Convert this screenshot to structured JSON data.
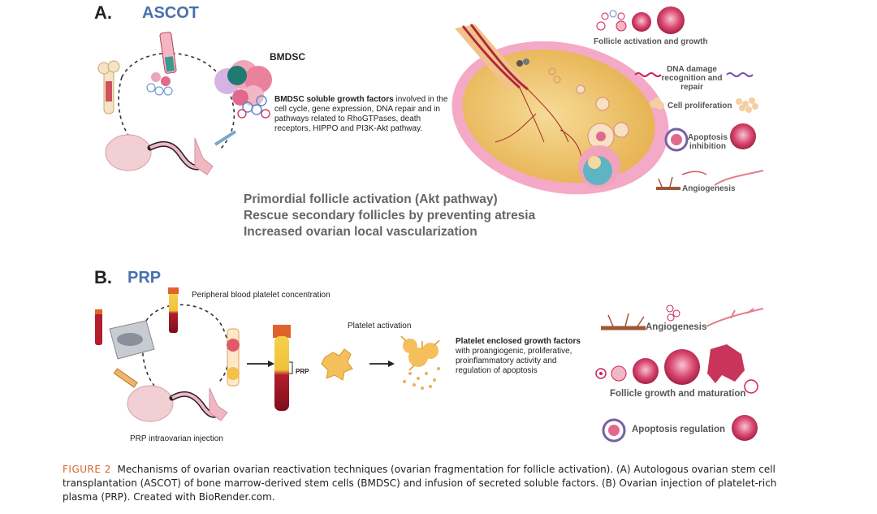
{
  "panel_a": {
    "letter": "A.",
    "title": "ASCOT",
    "bmdsc_label": "BMDSC",
    "factors_bold": "BMDSC soluble  growth factors",
    "factors_text_1": " involved in the",
    "factors_text_2": "cell cycle, gene expression, DNA repair and in",
    "factors_text_3": "pathways related to RhoGTPases, death",
    "factors_text_4": "receptors, HIPPO and PI3K-Akt pathway.",
    "summary": [
      "Primordial follicle activation (Akt pathway)",
      "Rescue secondary follicles by preventing atresia",
      "Increased ovarian local vascularization"
    ],
    "effects": {
      "follicle": "Follicle activation and growth",
      "dna_1": "DNA damage",
      "dna_2": "recognition and",
      "dna_3": "repair",
      "prolif": "Cell proliferation",
      "apop_1": "Apoptosis",
      "apop_2": "inhibition",
      "angio": "Angiogenesis"
    }
  },
  "panel_b": {
    "letter": "B.",
    "title": "PRP",
    "peripheral": "Peripheral blood platelet concentration",
    "activation": "Platelet activation",
    "prp_tag": "PRP",
    "factors_bold": "Platelet enclosed growth factors",
    "factors_text_1": "with proangiogenic, proliferative,",
    "factors_text_2": "proinflammatory activity and",
    "factors_text_3": "regulation of apoptosis",
    "injection": "PRP intraovarian injection",
    "effects": {
      "angio": "Angiogenesis",
      "follicle": "Follicle growth and maturation",
      "apop": "Apoptosis regulation"
    }
  },
  "caption": {
    "head": "FIGURE 2",
    "line1": "Mechanisms of ovarian ovarian reactivation techniques (ovarian fragmentation for follicle activation). (A) Autologous ovarian stem cell",
    "line2": "transplantation (ASCOT) of bone marrow-derived stem cells (BMDSC) and infusion of secreted soluble factors. (B) Ovarian injection of platelet-rich",
    "line3": "plasma (PRP). Created with BioRender.com."
  },
  "colors": {
    "title_blue": "#4a6fae",
    "caption_orange": "#d9632b",
    "ovary_pink": "#f2a7c2",
    "ovary_yellow": "#f1c96e",
    "follicle_red": "#c8345a"
  }
}
